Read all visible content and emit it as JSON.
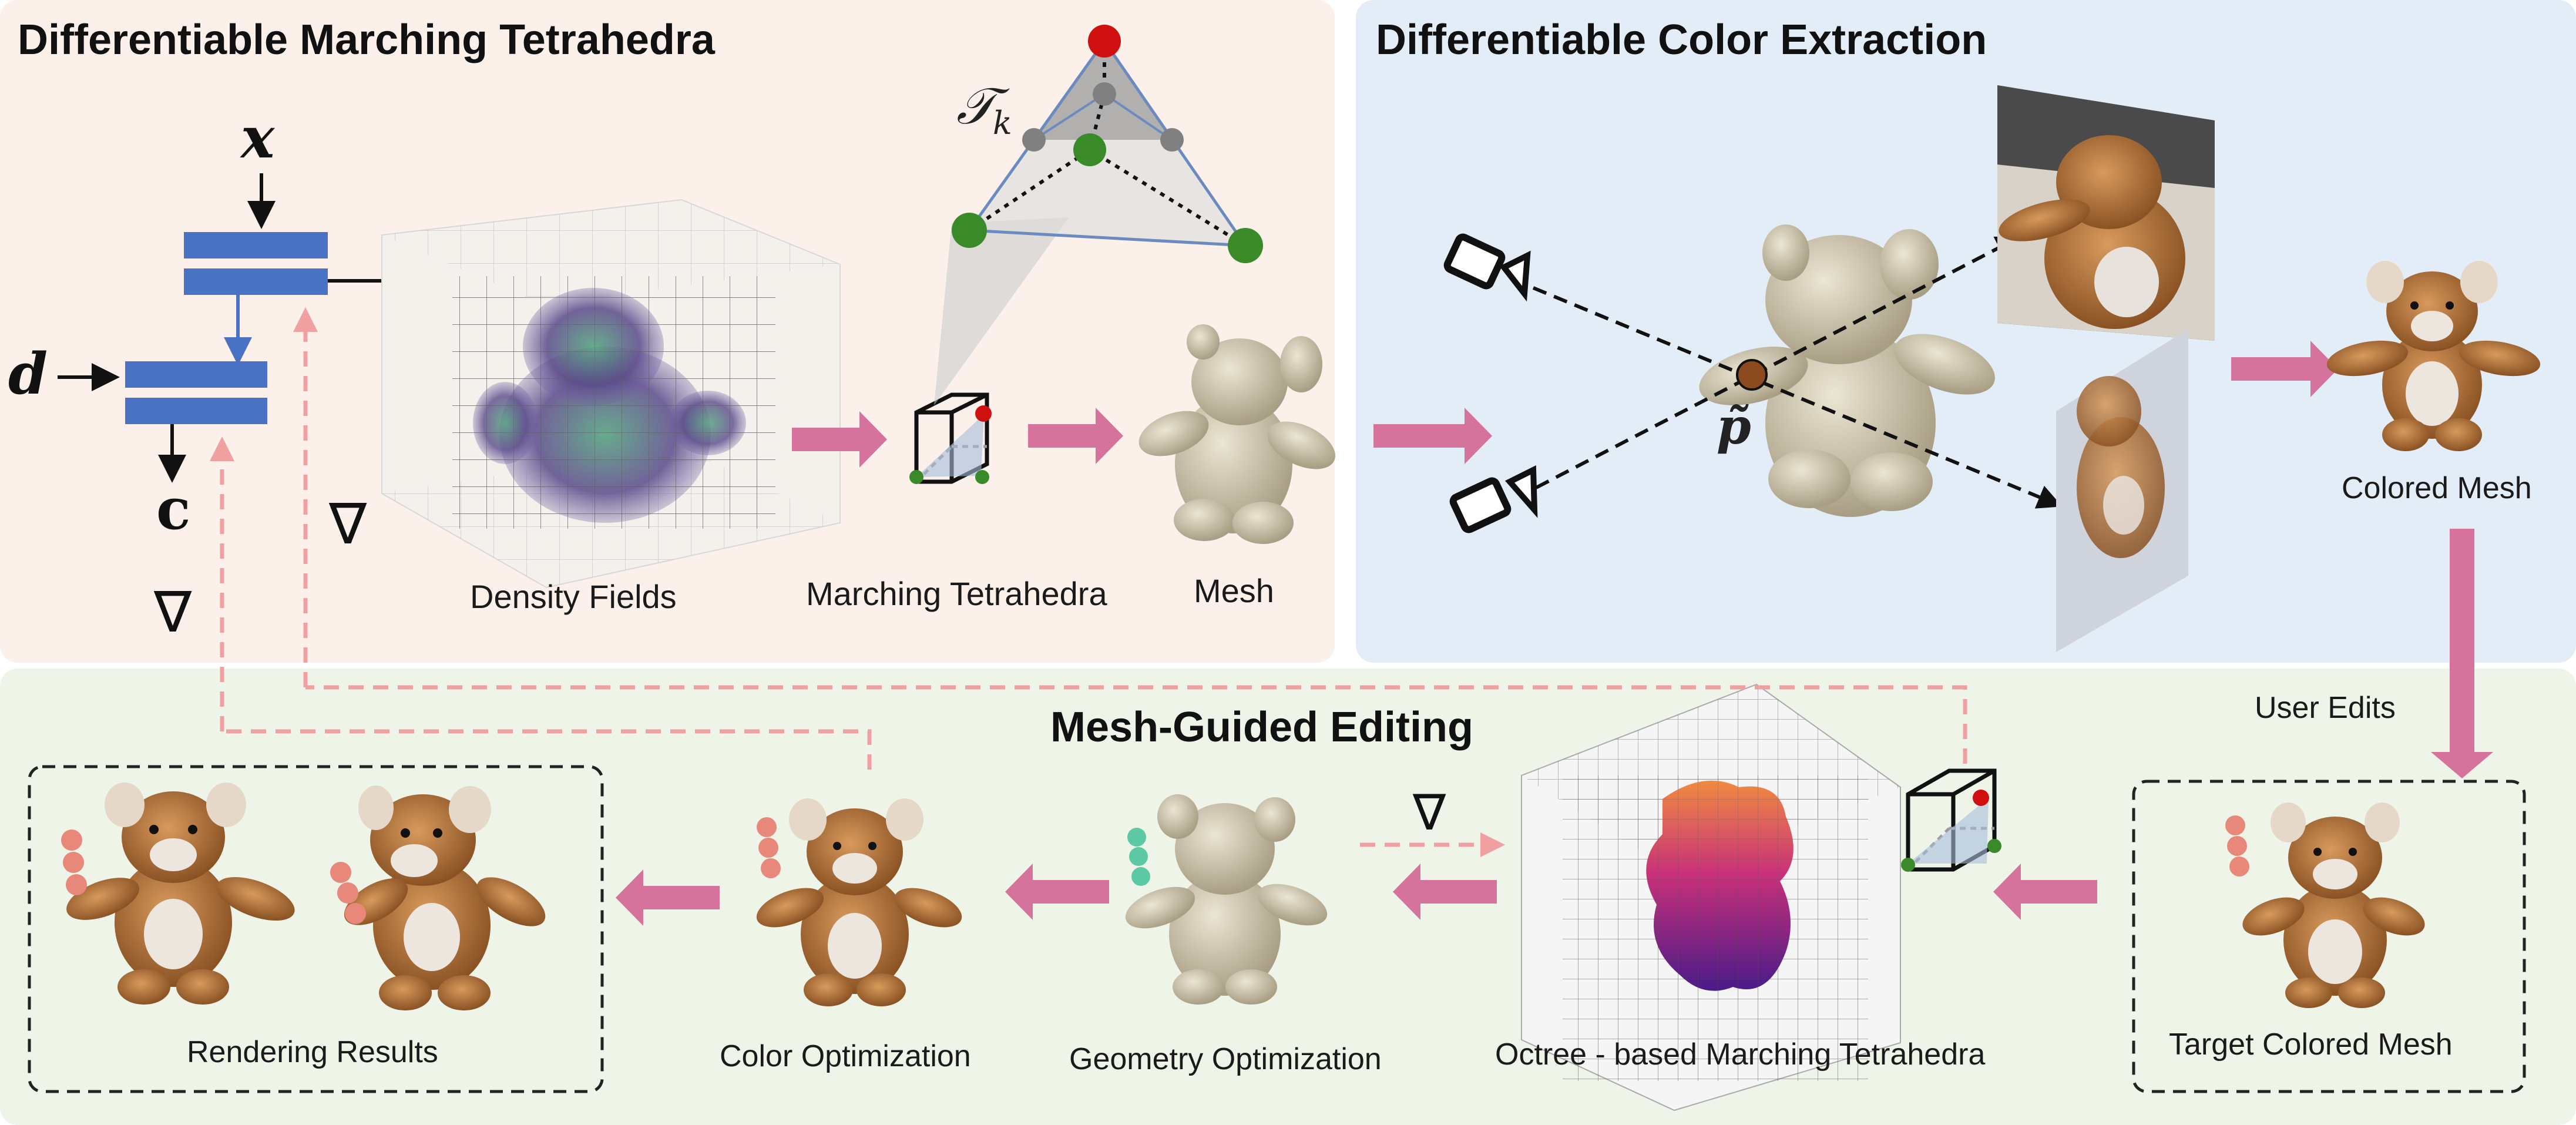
{
  "panels": {
    "dmt_title": "Differentiable Marching Tetrahedra",
    "dce_title": "Differentiable Color Extraction",
    "mge_title": "Mesh-Guided Editing"
  },
  "symbols": {
    "x": "x",
    "d": "d",
    "c": "c",
    "tk": "𝒯",
    "tk_sub": "k",
    "p": "p̃",
    "nabla": "∇"
  },
  "labels": {
    "density_fields": "Density Fields",
    "marching_tetrahedra": "Marching Tetrahedra",
    "mesh": "Mesh",
    "colored_mesh": "Colored Mesh",
    "user_edits": "User Edits",
    "target_colored_mesh": "Target Colored Mesh",
    "octree_mt": "Octree - based Marching Tetrahedra",
    "geometry_optimization": "Geometry Optimization",
    "color_optimization": "Color Optimization",
    "rendering_results": "Rendering Results"
  },
  "colors": {
    "dmt_bg": "#fbf1ea",
    "dce_bg": "#e3edf7",
    "mge_bg": "#eef4e8",
    "mlp_blue": "#4a72c4",
    "flow_arrow": "#d6739c",
    "grad_dash": "#f0a0a0",
    "vertex_red": "#d01010",
    "vertex_green": "#3a8a2a",
    "vertex_gray": "#808080",
    "point_brown": "#8b4a1e",
    "plush_orange": "#b8743c",
    "mesh_beige": "#d6ceb8"
  }
}
